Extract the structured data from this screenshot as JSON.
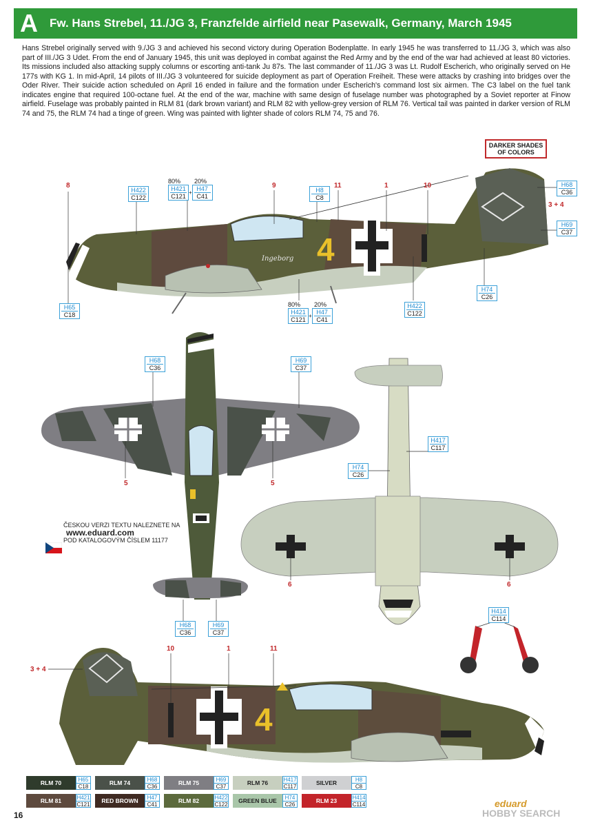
{
  "header": {
    "letter": "A",
    "title": "Fw. Hans Strebel, 11./JG 3, Franzfelde airfield near Pasewalk, Germany, March 1945"
  },
  "description": "Hans Strebel originally served with 9./JG 3 and achieved his second victory during Operation Bodenplatte. In early 1945 he was transferred to 11./JG 3, which was also part of III./JG 3 Udet. From the end of January 1945, this unit was deployed in combat against the Red Army and by the end of the war had achieved at least 80 victories. Its missions included also attacking supply columns or escorting anti-tank Ju 87s. The last commander of 11./JG 3 was Lt. Rudolf Escherich, who originally served on He 177s with KG 1. In mid-April, 14 pilots of III./JG 3 volunteered for suicide deployment as part of Operation Freiheit. These were attacks by crashing into bridges over the Oder River. Their suicide action scheduled on April 16 ended in failure and the formation under Escherich's command lost six airmen. The C3 label on the fuel tank indicates engine that required 100-octane fuel. At the end of the war, machine with same design of fuselage number was photographed by a Soviet reporter at Finow airfield. Fuselage was probably painted in RLM 81 (dark brown variant) and RLM 82 with yellow-grey version of RLM 76. Vertical tail was painted in darker version of RLM 74 and 75, the RLM 74 had a tinge of green. Wing was painted with lighter shade of colors RLM 74, 75 and 76.",
  "darker_note": "DARKER SHADES OF COLORS",
  "numbers": {
    "n8": "8",
    "n9": "9",
    "n11": "11",
    "n1": "1",
    "n10": "10",
    "n34": "3 + 4",
    "n5a": "5",
    "n5b": "5",
    "n6a": "6",
    "n6b": "6",
    "n10b": "10",
    "n1b": "1",
    "n11b": "11",
    "n34b": "3 + 4"
  },
  "mix_top": {
    "p1": "80%",
    "p2": "20%",
    "h1": "H421",
    "c1": "C121",
    "h2": "H47",
    "c2": "C41"
  },
  "mix_bottom": {
    "p1": "80%",
    "p2": "20%",
    "h1": "H421",
    "c1": "C121",
    "h2": "H47",
    "c2": "C41"
  },
  "callouts": {
    "h422a": {
      "h": "H422",
      "c": "C122"
    },
    "h8": {
      "h": "H8",
      "c": "C8"
    },
    "h68a": {
      "h": "H68",
      "c": "C36"
    },
    "h69a": {
      "h": "H69",
      "c": "C37"
    },
    "h74a": {
      "h": "H74",
      "c": "C26"
    },
    "h422b": {
      "h": "H422",
      "c": "C122"
    },
    "h65": {
      "h": "H65",
      "c": "C18"
    },
    "h68b": {
      "h": "H68",
      "c": "C36"
    },
    "h69b": {
      "h": "H69",
      "c": "C37"
    },
    "h417": {
      "h": "H417",
      "c": "C117"
    },
    "h74b": {
      "h": "H74",
      "c": "C26"
    },
    "h414": {
      "h": "H414",
      "c": "C114"
    },
    "h68c": {
      "h": "H68",
      "c": "C36"
    },
    "h69c": {
      "h": "H69",
      "c": "C37"
    }
  },
  "aircraft": {
    "number": "4",
    "name_script": "Ingeborg"
  },
  "czech_note": {
    "line1": "ČESKOU VERZI TEXTU NALEZNETE NA",
    "url": "www.eduard.com",
    "line2": "POD KATALOGOVÝM ČÍSLEM 11177"
  },
  "palette": [
    {
      "name": "RLM 70",
      "h": "H65",
      "c": "C18",
      "color": "#2f3b2c",
      "text": "#ffffff"
    },
    {
      "name": "RLM 74",
      "h": "H68",
      "c": "C36",
      "color": "#4a5149",
      "text": "#ffffff"
    },
    {
      "name": "RLM 75",
      "h": "H69",
      "c": "C37",
      "color": "#7f7e83",
      "text": "#ffffff"
    },
    {
      "name": "RLM 76",
      "h": "H417",
      "c": "C117",
      "color": "#c7cfbf",
      "text": "#222222"
    },
    {
      "name": "SILVER",
      "h": "H8",
      "c": "C8",
      "color": "#cfd0d2",
      "text": "#222222"
    },
    {
      "name": "RLM 81",
      "h": "H421",
      "c": "C121",
      "color": "#5e4a3e",
      "text": "#ffffff"
    },
    {
      "name": "RED BROWN",
      "h": "H47",
      "c": "C41",
      "color": "#3f2a22",
      "text": "#ffffff"
    },
    {
      "name": "RLM 82",
      "h": "H422",
      "c": "C122",
      "color": "#5c6a3d",
      "text": "#ffffff"
    },
    {
      "name": "GREEN BLUE",
      "h": "H74",
      "c": "C26",
      "color": "#a9c6a9",
      "text": "#222222"
    },
    {
      "name": "RLM 23",
      "h": "H414",
      "c": "C114",
      "color": "#c3242a",
      "text": "#ffffff"
    }
  ],
  "page_number": "16",
  "logo": {
    "brand": "eduard",
    "site": "HOBBY SEARCH"
  },
  "colors": {
    "header_bg": "#2f9a3a",
    "callout_border": "#3aa0d8",
    "accent_red": "#c0282a"
  }
}
